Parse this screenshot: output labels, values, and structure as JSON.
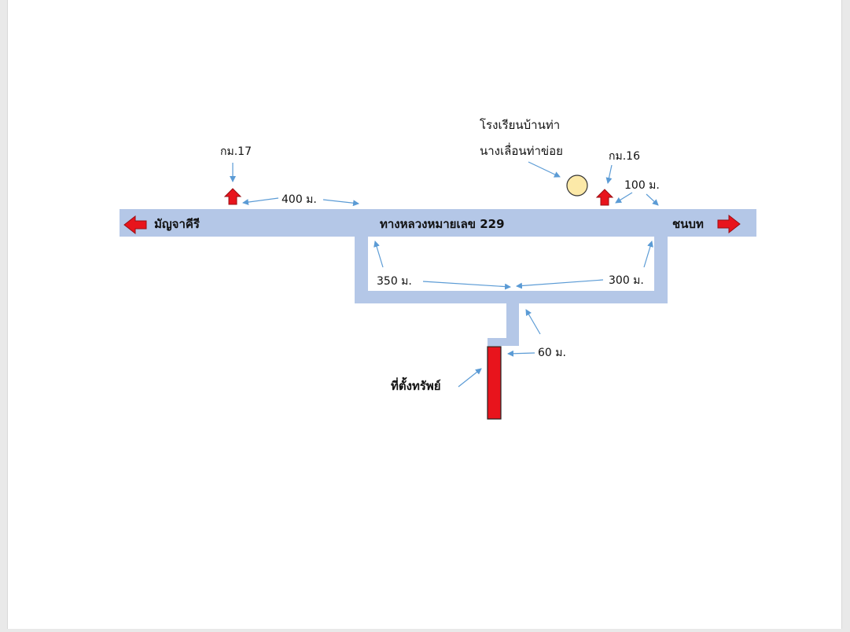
{
  "map": {
    "highway_label": "ทางหลวงหมายเลข 229",
    "west_destination": "มัญจาคีรี",
    "east_destination": "ชนบท",
    "km_markers": [
      "กม.17",
      "กม.16"
    ],
    "school_name_line1": "โรงเรียนบ้านท่า",
    "school_name_line2": "นางเลื่อนท่าข่อย",
    "distances": {
      "marker17_to_junction": "400 ม.",
      "marker16_to_junction": "100 ม.",
      "west_branch": "350 ม.",
      "east_branch": "300 ม.",
      "lane_to_property": "60 ม."
    },
    "property_label": "ที่ตั้งทรัพย์",
    "colors": {
      "road": "#b4c7e7",
      "arrow_red": "#e8141c",
      "pointer_blue": "#5b9bd5",
      "school_fill": "#fce9a8",
      "property_fill": "#e8141c"
    }
  }
}
